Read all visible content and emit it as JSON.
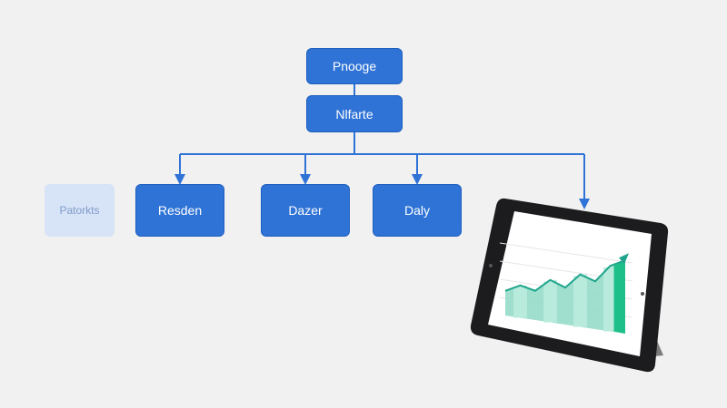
{
  "colors": {
    "node_fill": "#2f73d6",
    "node_border": "#1f5fbf",
    "ghost_fill": "#d7e3f7",
    "connector": "#2f73d6",
    "chart_fill": "#8fd9c4",
    "chart_line": "#1fa58c",
    "chart_bar_strong": "#1fbf8a"
  },
  "diagram": {
    "root": {
      "label": "Pnooge"
    },
    "middle": {
      "label": "Nlfarte"
    },
    "ghost": {
      "label": "Patorkts"
    },
    "children": [
      {
        "label": "Resden"
      },
      {
        "label": "Dazer"
      },
      {
        "label": "Daly"
      }
    ]
  },
  "tablet": {
    "icon": "tablet-icon",
    "screen": "trend-chart",
    "chart_values": [
      0.32,
      0.42,
      0.38,
      0.55,
      0.48,
      0.68,
      0.62,
      0.85,
      0.95
    ],
    "y_tick_labels": [
      "",
      "",
      "",
      "",
      ""
    ],
    "x_tick_labels": [
      "",
      "",
      "",
      "",
      ""
    ]
  }
}
